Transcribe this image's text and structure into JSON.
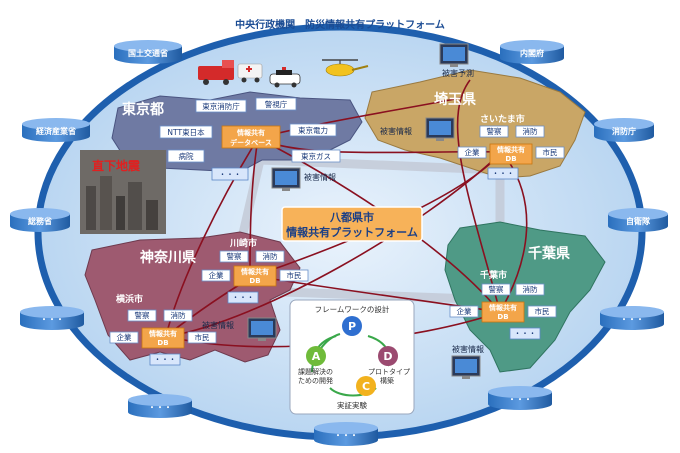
{
  "platform": {
    "title": "中央行政機関　防災情報共有プラットフォーム",
    "regional_title_line1": "八都県市",
    "regional_title_line2": "情報共有プラットフォーム"
  },
  "ministries": {
    "mlit": "国土交通省",
    "meti": "経済産業省",
    "mic": "総務省",
    "cabinet": "内閣府",
    "fdma": "消防庁",
    "sdf": "自衛隊",
    "more": "・・・"
  },
  "tokyo": {
    "name": "東京都",
    "items": {
      "fire": "東京消防庁",
      "police": "警視庁",
      "ntt": "NTT東日本",
      "power": "東京電力",
      "hospital": "病院",
      "gas": "東京ガス",
      "more": "・・・"
    },
    "db_line1": "情報共有",
    "db_line2": "データベース",
    "earthquake": "直下地震"
  },
  "saitama": {
    "name": "埼玉県",
    "city": "さいたま市",
    "police": "警察",
    "fire": "消防",
    "company": "企業",
    "citizen": "市民",
    "db_line1": "情報共有",
    "db_line2": "DB",
    "more": "・・・"
  },
  "chiba": {
    "name": "千葉県",
    "city": "千葉市",
    "police": "警察",
    "fire": "消防",
    "company": "企業",
    "citizen": "市民",
    "db_line1": "情報共有",
    "db_line2": "DB",
    "more": "・・・"
  },
  "kanagawa": {
    "name": "神奈川県",
    "kawasaki": {
      "name": "川崎市",
      "police": "警察",
      "fire": "消防",
      "company": "企業",
      "citizen": "市民",
      "db_line1": "情報共有",
      "db_line2": "DB",
      "more": "・・・"
    },
    "yokohama": {
      "name": "横浜市",
      "police": "警察",
      "fire": "消防",
      "company": "企業",
      "citizen": "市民",
      "db_line1": "情報共有",
      "db_line2": "DB",
      "more": "・・・"
    }
  },
  "labels": {
    "damage_forecast": "被害予測",
    "damage_info": "被害情報"
  },
  "framework": {
    "title": "フレームワークの設計",
    "p": "P",
    "d": "D",
    "c": "C",
    "a": "A",
    "a_text_line1": "課題解決の",
    "a_text_line2": "ための開発",
    "d_text_line1": "プロトタイプ",
    "d_text_line2": "構築",
    "c_text": "実証実験"
  },
  "colors": {
    "ellipse_fill": "#bcd8f2",
    "ellipse_border": "#1e5fae",
    "tokyo": "#6f7aa3",
    "saitama": "#c9a666",
    "chiba": "#4f9a86",
    "kanagawa": "#9e5a70",
    "node_blue": "#2a6fbd",
    "db_orange": "#f3a54a",
    "link_red": "#8a1020"
  }
}
